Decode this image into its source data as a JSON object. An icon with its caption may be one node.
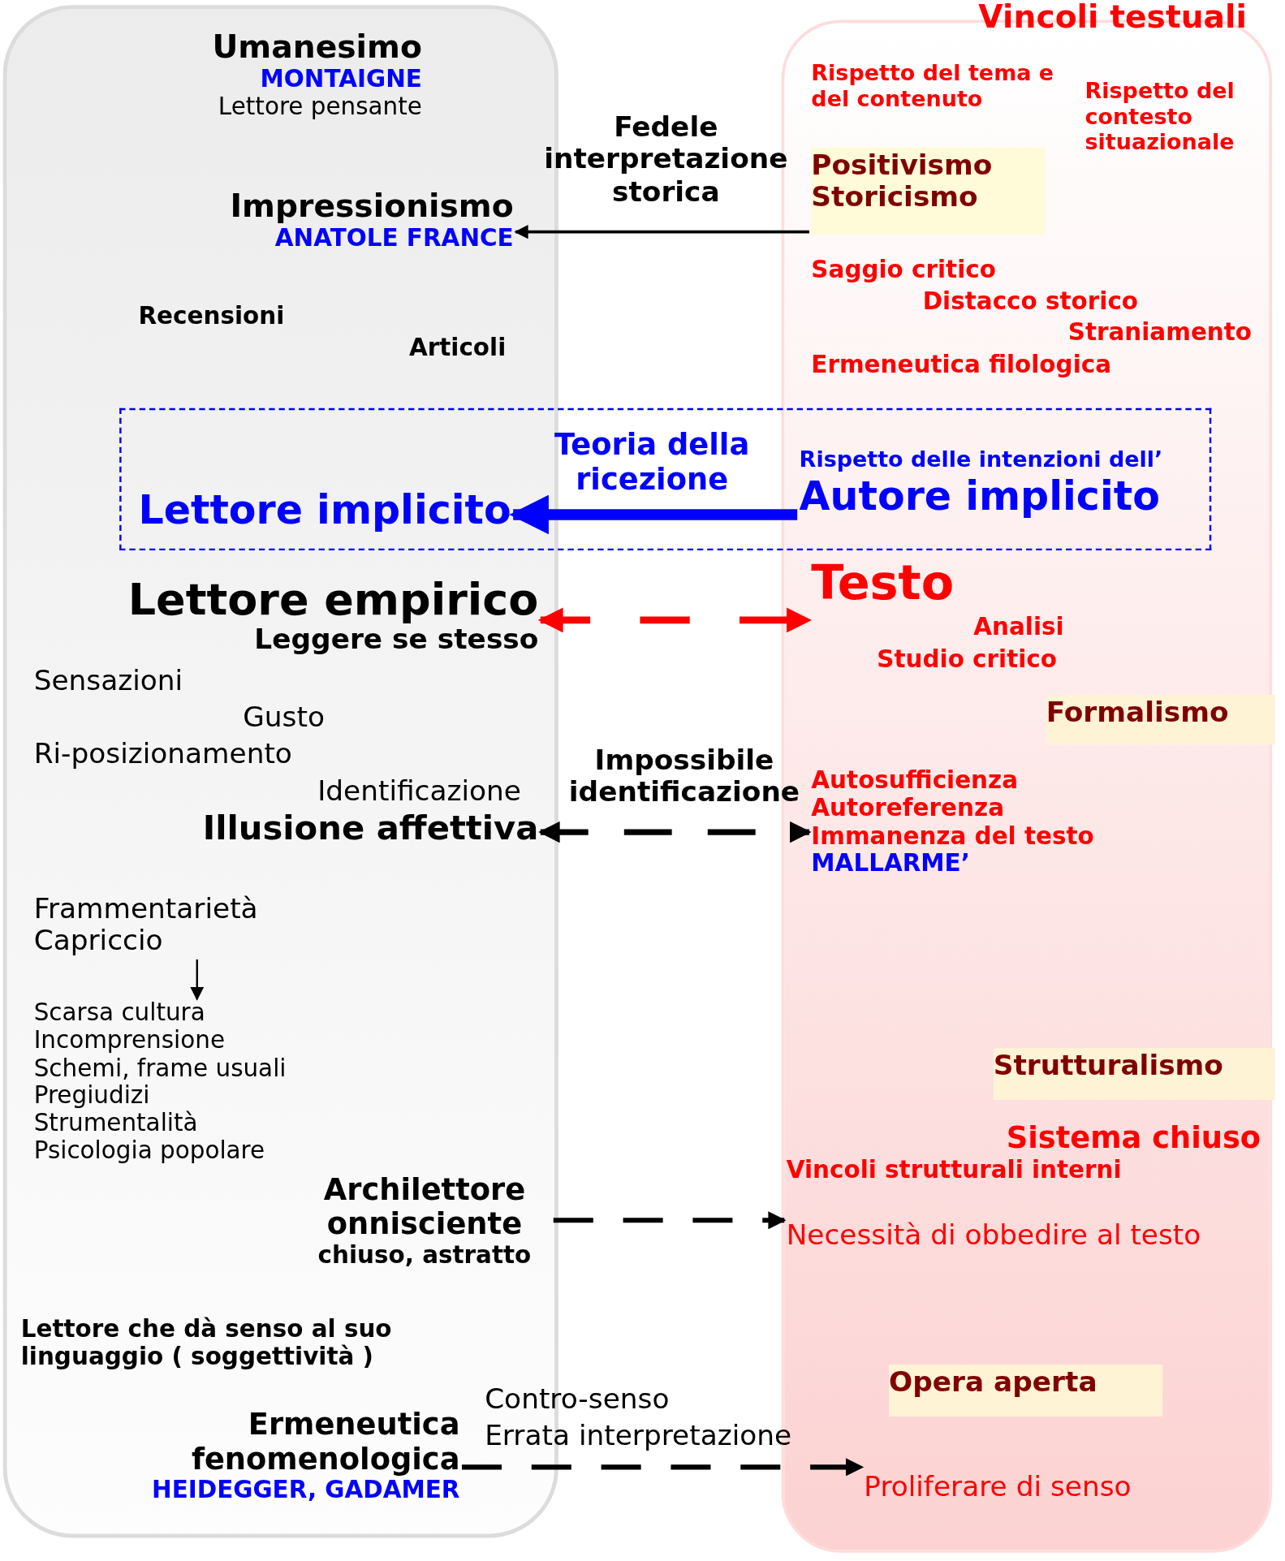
{
  "diagram": {
    "nodes": [
      {
        "text": [],
        "shape": "box"
      },
      {
        "text": [
          "Vincoli testuali"
        ]
      },
      {
        "text": [
          "Umanesimo",
          "MONTAIGNE",
          "Lettore pensante"
        ],
        "in": 0
      },
      {
        "text": [
          "Impressionismo",
          "ANATOLE FRANCE"
        ],
        "in": 0
      },
      {
        "text": [
          "Positivismo Storicismo"
        ],
        "in": 1
      },
      {
        "text": [
          "Lettore implicito"
        ],
        "in": 0
      },
      {
        "text": [
          "Rispetto delle intenzioni dell’",
          "Autore implicito"
        ],
        "in": 1
      },
      {
        "text": [
          "Lettore empirico",
          "Leggere se stesso"
        ],
        "in": 0
      },
      {
        "text": [
          "Testo"
        ],
        "in": 1
      },
      {
        "text": [
          "Formalismo"
        ],
        "in": 1
      },
      {
        "text": [
          "Illusione affettiva"
        ],
        "in": 0
      },
      {
        "text": [
          "Autosufficienza",
          "Autoreferenza",
          "Immanenza del testo",
          "MALLARME’"
        ],
        "in": 1
      },
      {
        "text": [
          "Frammentarietà",
          "Capriccio"
        ],
        "in": 0
      },
      {
        "text": [
          "Scarsa cultura",
          "Incomprensione",
          "Schemi, frame usuali",
          "Pregiudizi",
          "Strumentalità",
          "Psicologia popolare"
        ],
        "in": 0
      },
      {
        "text": [
          "Strutturalismo"
        ],
        "in": 1
      },
      {
        "text": [
          "Archilettore onnisciente",
          "chiuso, astratto"
        ],
        "in": 0
      },
      {
        "text": [
          "Necessità di obbedire al testo"
        ],
        "in": 1
      },
      {
        "text": [
          "Opera aperta"
        ],
        "in": 1
      },
      {
        "text": [
          "Ermeneutica fenomenologica",
          "HEIDEGGER, GADAMER"
        ],
        "in": 0
      },
      {
        "text": [
          "Proliferare di senso"
        ],
        "in": 1
      }
    ],
    "edges": [
      {
        "from": 4,
        "to": 3,
        "arrow": "to",
        "label": "Fedele interpretazione storica"
      },
      {
        "from": 6,
        "to": 5,
        "arrow": "to",
        "label": "Teoria della ricezione",
        "style": "thick",
        "color": "#0000ff"
      },
      {
        "from": 7,
        "to": 8,
        "arrow": "both",
        "style": "dashed",
        "color": "#ff0000"
      },
      {
        "from": 10,
        "to": 11,
        "arrow": "both",
        "style": "dashed",
        "label": "Impossibile identificazione"
      },
      {
        "from": 12,
        "to": 13,
        "arrow": "to"
      },
      {
        "from": 15,
        "to": 16,
        "arrow": "to",
        "style": "dashed"
      },
      {
        "from": 18,
        "to": 19,
        "arrow": "to",
        "style": "dashed"
      }
    ],
    "labels": [
      "Rispetto del tema e del contenuto",
      "Rispetto del contesto situazionale",
      "Saggio critico",
      "Distacco storico",
      "Recensioni",
      "Straniamento",
      "Articoli",
      "Ermeneutica filologica",
      "Analisi",
      "Studio critico",
      "Sensazioni",
      "Gusto",
      "Ri-posizionamento",
      "Identificazione",
      "Sistema chiuso",
      "Vincoli strutturali interni",
      "Lettore che dà senso al suo linguaggio ( soggettività )",
      "Contro-senso",
      "Errata interpretazione"
    ]
  }
}
